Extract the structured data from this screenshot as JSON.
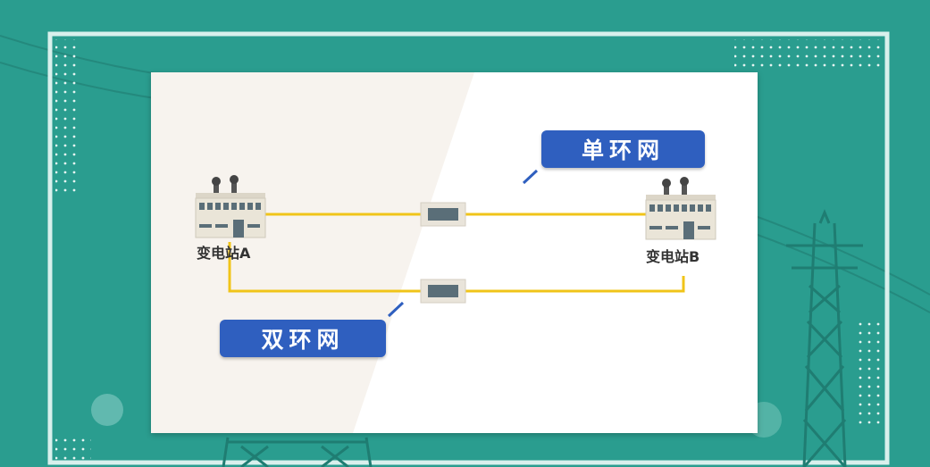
{
  "colors": {
    "background": "#2a9d8f",
    "frame": "#d8f0ec",
    "line": "#f0c419",
    "badge": "#2f5fbf",
    "switch_box": "#5a6e78"
  },
  "diagram": {
    "station_a": {
      "label": "变电站A",
      "icon": "factory-icon"
    },
    "station_b": {
      "label": "变电站B",
      "icon": "factory-icon"
    },
    "single_ring": {
      "label": "单环网"
    },
    "double_ring": {
      "label": "双环网"
    },
    "switch_icon": "switch-box-icon"
  }
}
